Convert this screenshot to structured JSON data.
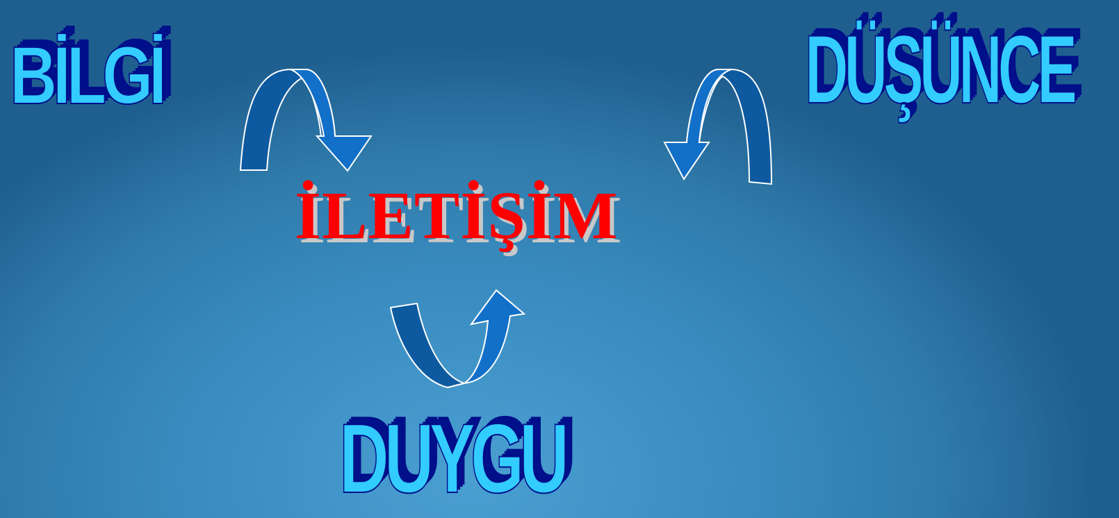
{
  "slide": {
    "title": "İLETİŞİM",
    "words": {
      "top_left": "BİLGİ",
      "top_right": "DÜŞÜNCE",
      "bottom": "DUYGU"
    }
  },
  "colors": {
    "title_text": "#ff0000",
    "title_shadow": "#c8c8c8",
    "wordart_fill": "#33ccff",
    "wordart_extrusion": "#000f8a",
    "arrow_dark": "#0d5aa0",
    "arrow_light": "#1270c9",
    "background": "#3a8cc0"
  }
}
